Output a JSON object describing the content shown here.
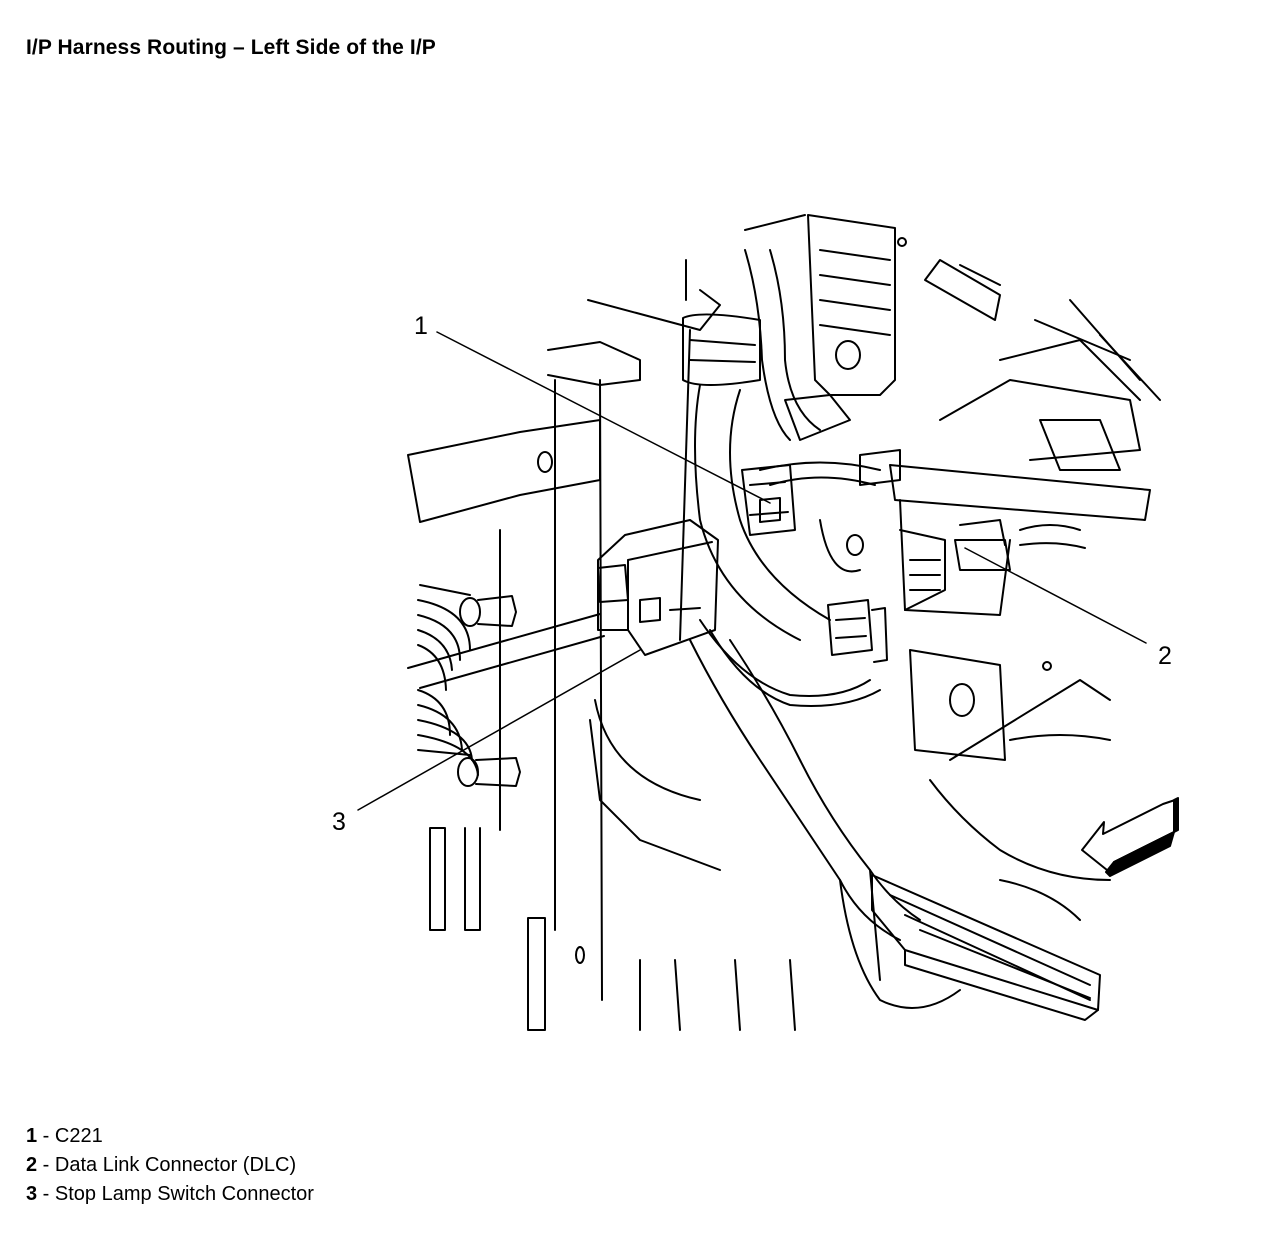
{
  "title": "I/P Harness Routing – Left Side of the I/P",
  "callouts": [
    {
      "number": "1",
      "description": "C221"
    },
    {
      "number": "2",
      "description": "Data Link Connector (DLC)"
    },
    {
      "number": "3",
      "description": "Stop Lamp Switch Connector"
    }
  ],
  "legend_separator": " - ",
  "colors": {
    "ink": "#000000",
    "paper": "#ffffff"
  },
  "icons": [
    "view-direction-arrow-icon"
  ]
}
